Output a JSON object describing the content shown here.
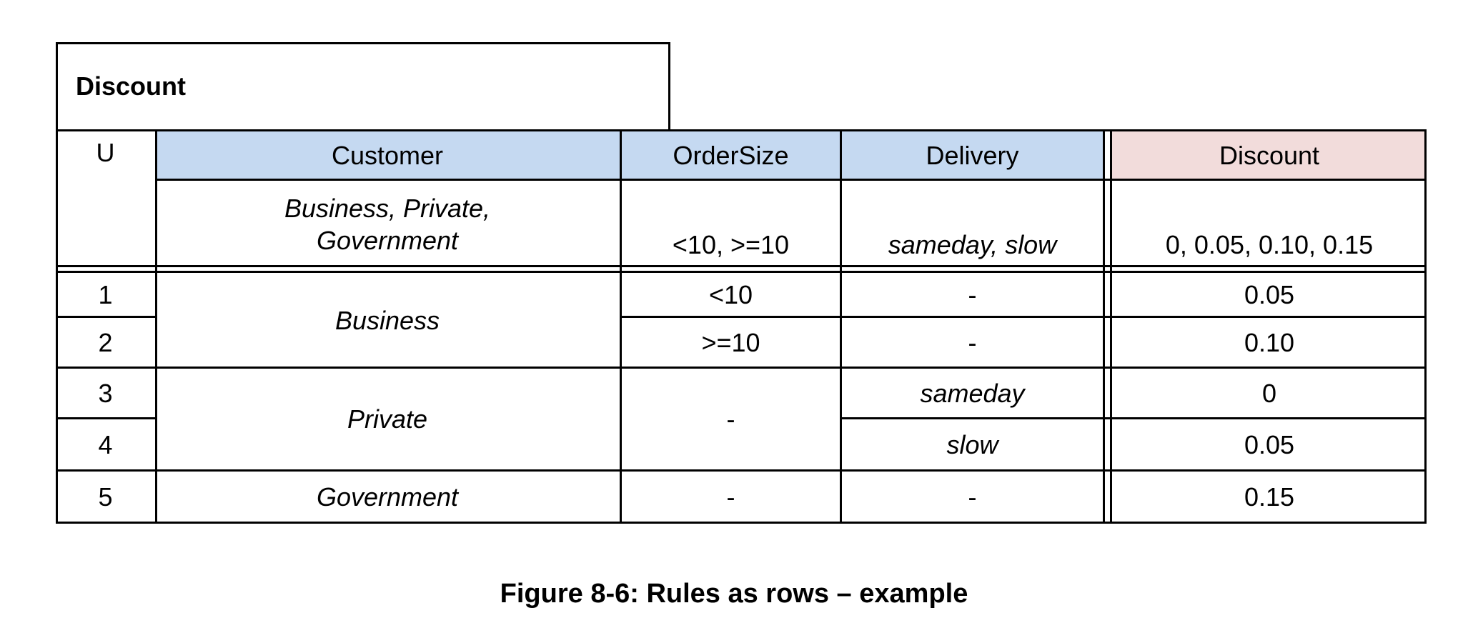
{
  "table": {
    "name": "Discount",
    "hit_policy": "U",
    "headers": {
      "customer": "Customer",
      "order_size": "OrderSize",
      "delivery": "Delivery",
      "discount": "Discount"
    },
    "allowed_values": {
      "customer_line1": "Business, Private,",
      "customer_line2": "Government",
      "order_size": "<10, >=10",
      "delivery": "sameday, slow",
      "discount": "0, 0.05, 0.10, 0.15"
    },
    "rules": [
      {
        "num": "1",
        "order_size": "<10",
        "delivery": "-",
        "discount": "0.05"
      },
      {
        "num": "2",
        "order_size": ">=10",
        "delivery": "-",
        "discount": "0.10"
      },
      {
        "num": "3",
        "delivery": "sameday",
        "discount": "0"
      },
      {
        "num": "4",
        "delivery": "slow",
        "discount": "0.05"
      },
      {
        "num": "5",
        "customer": "Government",
        "order_size": "-",
        "delivery": "-",
        "discount": "0.15"
      }
    ],
    "merged": {
      "customer_business": "Business",
      "customer_private": "Private",
      "order_size_private": "-"
    }
  },
  "caption": "Figure 8-6: Rules as rows – example"
}
